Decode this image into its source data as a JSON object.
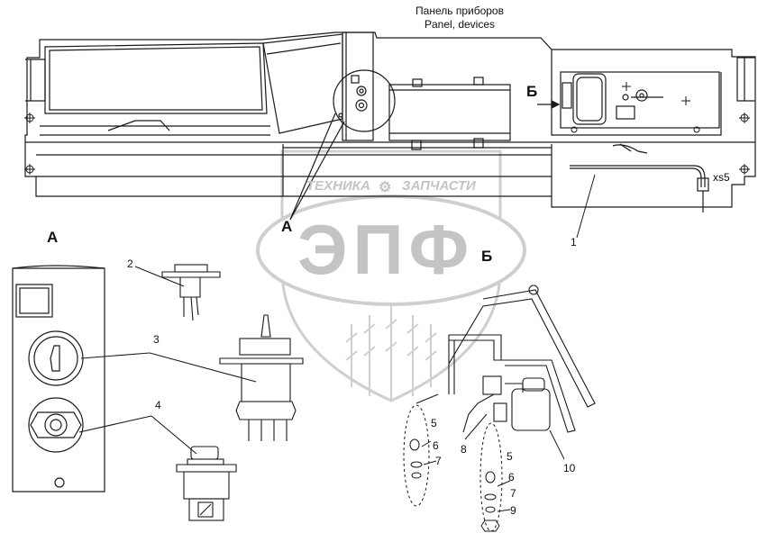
{
  "title": {
    "line1": "Панель приборов",
    "line2": "Panel, devices"
  },
  "view_labels": {
    "a_top": "A",
    "b_top": "Б",
    "a_detail": "A",
    "b_detail": "Б"
  },
  "connector_label": "xs5",
  "callouts": [
    "1",
    "2",
    "3",
    "4",
    "5",
    "6",
    "7",
    "5",
    "6",
    "7",
    "8",
    "9",
    "10"
  ],
  "watermark": {
    "top_left": "ТЕХНИКА",
    "top_right": "ЗАПЧАСТИ",
    "logo": "ЭПФ"
  },
  "colors": {
    "line": "#1a1a1a",
    "watermark": "#c8c8c8"
  }
}
